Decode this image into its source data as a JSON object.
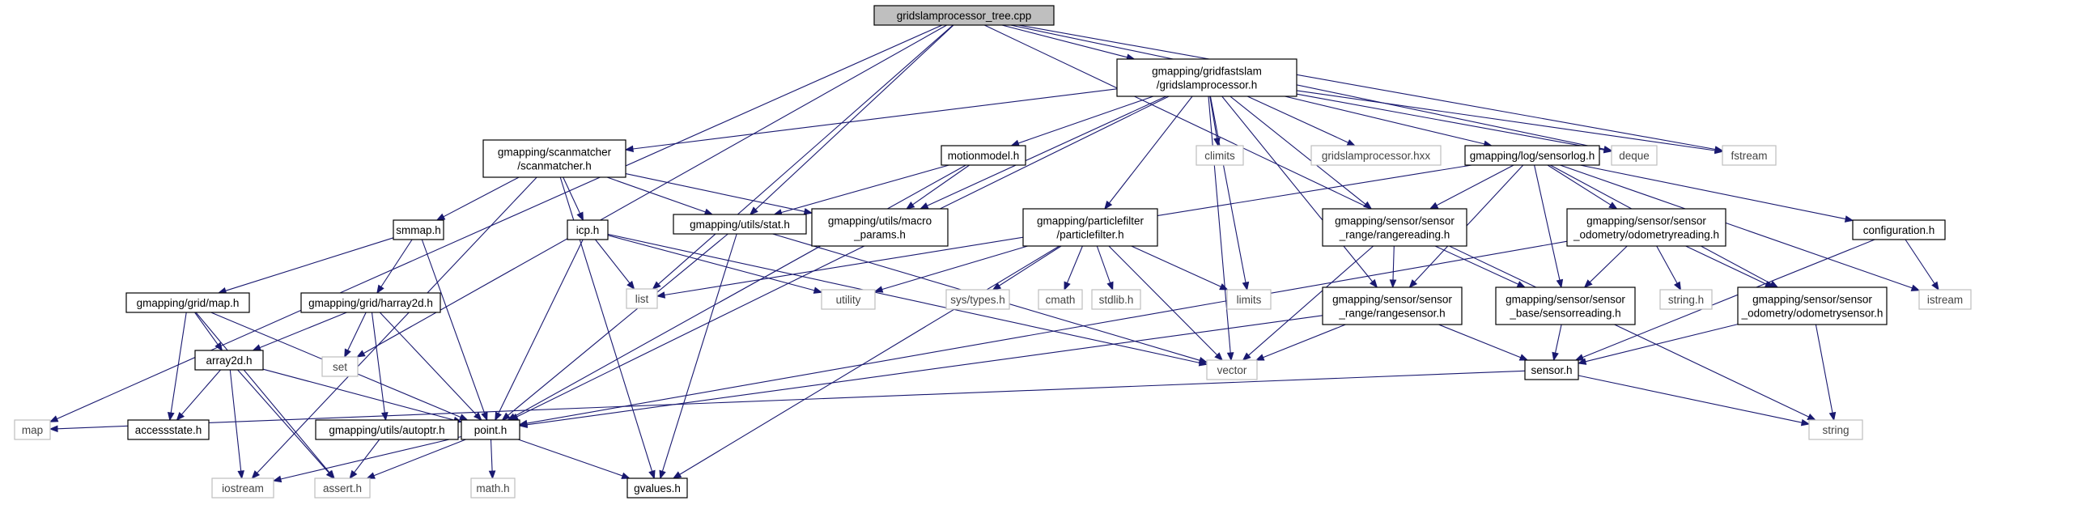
{
  "diagram": {
    "nodes": [
      {
        "id": "root",
        "label": [
          "gridslamprocessor_tree.cpp"
        ],
        "kind": "root"
      },
      {
        "id": "gfs",
        "label": [
          "gmapping/gridfastslam",
          "/gridslamprocessor.h"
        ],
        "kind": "local"
      },
      {
        "id": "map",
        "label": [
          "map"
        ],
        "kind": "sys"
      },
      {
        "id": "set",
        "label": [
          "set"
        ],
        "kind": "sys"
      },
      {
        "id": "list",
        "label": [
          "list"
        ],
        "kind": "sys"
      },
      {
        "id": "stat",
        "label": [
          "gmapping/utils/stat.h"
        ],
        "kind": "local"
      },
      {
        "id": "deque",
        "label": [
          "deque"
        ],
        "kind": "sys"
      },
      {
        "id": "fstream",
        "label": [
          "fstream"
        ],
        "kind": "sys"
      },
      {
        "id": "string",
        "label": [
          "string"
        ],
        "kind": "sys"
      },
      {
        "id": "climits",
        "label": [
          "climits"
        ],
        "kind": "sys"
      },
      {
        "id": "hxx",
        "label": [
          "gridslamprocessor.hxx"
        ],
        "kind": "sys"
      },
      {
        "id": "sensorlog",
        "label": [
          "gmapping/log/sensorlog.h"
        ],
        "kind": "local"
      },
      {
        "id": "scanm",
        "label": [
          "gmapping/scanmatcher",
          "/scanmatcher.h"
        ],
        "kind": "local"
      },
      {
        "id": "motion",
        "label": [
          "motionmodel.h"
        ],
        "kind": "local"
      },
      {
        "id": "macro",
        "label": [
          "gmapping/utils/macro",
          "_params.h"
        ],
        "kind": "local"
      },
      {
        "id": "pf",
        "label": [
          "gmapping/particlefilter",
          "/particlefilter.h"
        ],
        "kind": "local"
      },
      {
        "id": "rreading",
        "label": [
          "gmapping/sensor/sensor",
          "_range/rangereading.h"
        ],
        "kind": "local"
      },
      {
        "id": "oreading",
        "label": [
          "gmapping/sensor/sensor",
          "_odometry/odometryreading.h"
        ],
        "kind": "local"
      },
      {
        "id": "config",
        "label": [
          "configuration.h"
        ],
        "kind": "local"
      },
      {
        "id": "smmap",
        "label": [
          "smmap.h"
        ],
        "kind": "local"
      },
      {
        "id": "icp",
        "label": [
          "icp.h"
        ],
        "kind": "local"
      },
      {
        "id": "gridmap",
        "label": [
          "gmapping/grid/map.h"
        ],
        "kind": "local"
      },
      {
        "id": "harray",
        "label": [
          "gmapping/grid/harray2d.h"
        ],
        "kind": "local"
      },
      {
        "id": "utility",
        "label": [
          "utility"
        ],
        "kind": "sys"
      },
      {
        "id": "systypes",
        "label": [
          "sys/types.h"
        ],
        "kind": "sys"
      },
      {
        "id": "cmath",
        "label": [
          "cmath"
        ],
        "kind": "sys"
      },
      {
        "id": "stdlib",
        "label": [
          "stdlib.h"
        ],
        "kind": "sys"
      },
      {
        "id": "limits",
        "label": [
          "limits"
        ],
        "kind": "sys"
      },
      {
        "id": "rsensor",
        "label": [
          "gmapping/sensor/sensor",
          "_range/rangesensor.h"
        ],
        "kind": "local"
      },
      {
        "id": "sreading",
        "label": [
          "gmapping/sensor/sensor",
          "_base/sensorreading.h"
        ],
        "kind": "local"
      },
      {
        "id": "stringh",
        "label": [
          "string.h"
        ],
        "kind": "sys"
      },
      {
        "id": "osensor",
        "label": [
          "gmapping/sensor/sensor",
          "_odometry/odometrysensor.h"
        ],
        "kind": "local"
      },
      {
        "id": "istream",
        "label": [
          "istream"
        ],
        "kind": "sys"
      },
      {
        "id": "array2d",
        "label": [
          "array2d.h"
        ],
        "kind": "local"
      },
      {
        "id": "vector",
        "label": [
          "vector"
        ],
        "kind": "sys"
      },
      {
        "id": "sensor",
        "label": [
          "sensor.h"
        ],
        "kind": "local"
      },
      {
        "id": "access",
        "label": [
          "accessstate.h"
        ],
        "kind": "local"
      },
      {
        "id": "point",
        "label": [
          "point.h"
        ],
        "kind": "local"
      },
      {
        "id": "autoptr",
        "label": [
          "gmapping/utils/autoptr.h"
        ],
        "kind": "local"
      },
      {
        "id": "iostream",
        "label": [
          "iostream"
        ],
        "kind": "sys"
      },
      {
        "id": "assert",
        "label": [
          "assert.h"
        ],
        "kind": "sys"
      },
      {
        "id": "mathh",
        "label": [
          "math.h"
        ],
        "kind": "sys"
      },
      {
        "id": "gvalues",
        "label": [
          "gvalues.h"
        ],
        "kind": "local"
      }
    ],
    "edges": [
      [
        "root",
        "gfs"
      ],
      [
        "root",
        "map"
      ],
      [
        "root",
        "set"
      ],
      [
        "root",
        "list"
      ],
      [
        "root",
        "stat"
      ],
      [
        "root",
        "deque"
      ],
      [
        "root",
        "fstream"
      ],
      [
        "root",
        "string"
      ],
      [
        "gfs",
        "climits"
      ],
      [
        "gfs",
        "hxx"
      ],
      [
        "gfs",
        "sensorlog"
      ],
      [
        "gfs",
        "scanm"
      ],
      [
        "gfs",
        "motion"
      ],
      [
        "gfs",
        "macro"
      ],
      [
        "gfs",
        "pf"
      ],
      [
        "gfs",
        "rreading"
      ],
      [
        "gfs",
        "rsensor"
      ],
      [
        "gfs",
        "limits"
      ],
      [
        "gfs",
        "deque"
      ],
      [
        "gfs",
        "fstream"
      ],
      [
        "gfs",
        "point"
      ],
      [
        "gfs",
        "vector"
      ],
      [
        "scanm",
        "smmap"
      ],
      [
        "scanm",
        "icp"
      ],
      [
        "scanm",
        "stat"
      ],
      [
        "scanm",
        "macro"
      ],
      [
        "scanm",
        "iostream"
      ],
      [
        "scanm",
        "gvalues"
      ],
      [
        "motion",
        "stat"
      ],
      [
        "motion",
        "macro"
      ],
      [
        "motion",
        "point"
      ],
      [
        "smmap",
        "gridmap"
      ],
      [
        "smmap",
        "harray"
      ],
      [
        "smmap",
        "point"
      ],
      [
        "icp",
        "list"
      ],
      [
        "icp",
        "utility"
      ],
      [
        "icp",
        "point"
      ],
      [
        "icp",
        "vector"
      ],
      [
        "gridmap",
        "array2d"
      ],
      [
        "gridmap",
        "access"
      ],
      [
        "gridmap",
        "point"
      ],
      [
        "gridmap",
        "assert"
      ],
      [
        "harray",
        "array2d"
      ],
      [
        "harray",
        "set"
      ],
      [
        "harray",
        "point"
      ],
      [
        "harray",
        "autoptr"
      ],
      [
        "array2d",
        "access"
      ],
      [
        "array2d",
        "point"
      ],
      [
        "array2d",
        "iostream"
      ],
      [
        "array2d",
        "assert"
      ],
      [
        "stat",
        "point"
      ],
      [
        "stat",
        "vector"
      ],
      [
        "stat",
        "gvalues"
      ],
      [
        "pf",
        "utility"
      ],
      [
        "pf",
        "systypes"
      ],
      [
        "pf",
        "cmath"
      ],
      [
        "pf",
        "stdlib"
      ],
      [
        "pf",
        "limits"
      ],
      [
        "pf",
        "vector"
      ],
      [
        "pf",
        "gvalues"
      ],
      [
        "sensorlog",
        "list"
      ],
      [
        "sensorlog",
        "rreading"
      ],
      [
        "sensorlog",
        "oreading"
      ],
      [
        "sensorlog",
        "config"
      ],
      [
        "sensorlog",
        "rsensor"
      ],
      [
        "sensorlog",
        "sreading"
      ],
      [
        "sensorlog",
        "osensor"
      ],
      [
        "sensorlog",
        "istream"
      ],
      [
        "rreading",
        "sreading"
      ],
      [
        "rreading",
        "rsensor"
      ],
      [
        "rreading",
        "vector"
      ],
      [
        "oreading",
        "sreading"
      ],
      [
        "oreading",
        "osensor"
      ],
      [
        "oreading",
        "stringh"
      ],
      [
        "oreading",
        "point"
      ],
      [
        "config",
        "istream"
      ],
      [
        "config",
        "sensor"
      ],
      [
        "rsensor",
        "sensor"
      ],
      [
        "rsensor",
        "point"
      ],
      [
        "rsensor",
        "vector"
      ],
      [
        "sreading",
        "sensor"
      ],
      [
        "osensor",
        "sensor"
      ],
      [
        "osensor",
        "string"
      ],
      [
        "sensor",
        "map"
      ],
      [
        "sensor",
        "string"
      ],
      [
        "point",
        "iostream"
      ],
      [
        "point",
        "assert"
      ],
      [
        "point",
        "mathh"
      ],
      [
        "point",
        "gvalues"
      ],
      [
        "autoptr",
        "assert"
      ]
    ]
  }
}
